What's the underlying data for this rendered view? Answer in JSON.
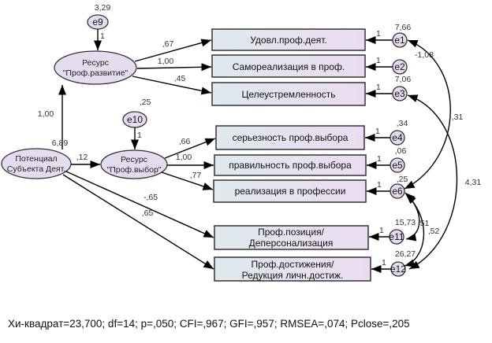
{
  "latent": {
    "potential": [
      "Потенциал",
      "Субъекта Деят."
    ],
    "prof_development": [
      "Ресурс",
      "\"Проф.развитие\""
    ],
    "prof_choice": [
      "Ресурс",
      "\"Проф.выбор\""
    ]
  },
  "observed": [
    {
      "id": "obs1",
      "lines": [
        "Удовл.проф.деят."
      ],
      "error": "e1",
      "loading": "1",
      "variance": "7,66"
    },
    {
      "id": "obs2",
      "lines": [
        "Самореализация в проф."
      ],
      "error": "e2",
      "loading": "1",
      "variance": ""
    },
    {
      "id": "obs3",
      "lines": [
        "Целеустремленность"
      ],
      "error": "e3",
      "loading": "1",
      "variance": "7,06"
    },
    {
      "id": "obs4",
      "lines": [
        "серьезность проф.выбора"
      ],
      "error": "e4",
      "loading": "1",
      "variance": ",34"
    },
    {
      "id": "obs5",
      "lines": [
        "правильность проф.выбора"
      ],
      "error": "e5",
      "loading": "1",
      "variance": ",06"
    },
    {
      "id": "obs6",
      "lines": [
        "реализация в профессии"
      ],
      "error": "e6",
      "loading": "1",
      "variance": ",25"
    },
    {
      "id": "obs7",
      "lines": [
        "Проф.позиция/",
        "Деперсонализация"
      ],
      "error": "e11",
      "loading": "1",
      "variance": "15,73"
    },
    {
      "id": "obs8",
      "lines": [
        "Проф.достижения/",
        "Редукция личн.достиж."
      ],
      "error": "e12",
      "loading": "1",
      "variance": "26,27"
    }
  ],
  "disturbances": {
    "e9": {
      "label": "e9",
      "variance": "3,29",
      "loading": "1"
    },
    "e10": {
      "label": "e10",
      "variance": ",25",
      "loading": "1"
    }
  },
  "paths": {
    "potential_to_devel": "1,00",
    "potential_variance": "6,89",
    "potential_to_choice": ",12",
    "devel_to_obs1": ",67",
    "devel_to_obs2": "1,00",
    "devel_to_obs3": ",45",
    "choice_to_obs4": ",66",
    "choice_to_obs5": "1,00",
    "choice_to_obs6": ",77",
    "potential_to_obs7": "-,65",
    "potential_to_obs8": ",65"
  },
  "covariances": {
    "e1_e2_label": "-1,08",
    "e1_e6": ",31",
    "e3_e12": "4,31",
    "e6_e11": ",51",
    "e6_e12": ",52"
  },
  "fit_indices": "Хи-квадрат=23,700; df=14; p=,050; CFI=,967; GFI=,957; RMSEA=,074; Pclose=,205"
}
